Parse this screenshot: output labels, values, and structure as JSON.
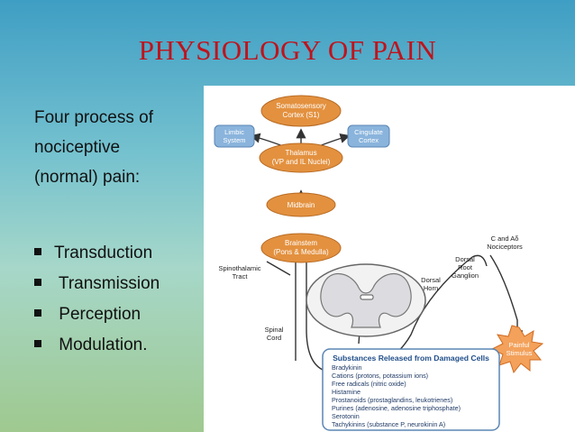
{
  "slide": {
    "title": "PHYSIOLOGY OF PAIN",
    "intro_lines": [
      "Four process of",
      "nociceptive",
      "(normal) pain:"
    ],
    "bullets": [
      "Transduction",
      " Transmission",
      " Perception",
      " Modulation."
    ]
  },
  "diagram": {
    "nodes": {
      "somatosensory": [
        "Somatosensory",
        "Cortex (S1)"
      ],
      "limbic": [
        "Limbic",
        "System"
      ],
      "cingulate": [
        "Cingulate",
        "Cortex"
      ],
      "thalamus": [
        "Thalamus",
        "(VP and IL Nuclei)"
      ],
      "midbrain": [
        "Midbrain"
      ],
      "brainstem": [
        "Brainstem",
        "(Pons & Medulla)"
      ]
    },
    "labels": {
      "spinothalamic": [
        "Spinothalamic",
        "Tract"
      ],
      "spinal_cord": [
        "Spinal",
        "Cord"
      ],
      "dorsal_horn": [
        "Dorsal",
        "Horn"
      ],
      "nociceptors": [
        "C and Aδ",
        "Nociceptors"
      ],
      "ganglion": [
        "Dorsal",
        "Root",
        "Ganglion"
      ],
      "stimulus": [
        "Painful",
        "Stimulus"
      ]
    },
    "substances": {
      "title": "Substances Released from Damaged Cells",
      "items": [
        "Bradykinin",
        "Cations (protons, potassium ions)",
        "Free radicals (nitric oxide)",
        "Histamine",
        "Prostanoids (prostaglandins, leukotrienes)",
        "Purines (adenosine, adenosine triphosphate)",
        "Serotonin",
        "Tachykinins (substance P, neurokinin A)"
      ]
    },
    "colors": {
      "node_orange": "#e3913f",
      "node_blue": "#8ab4dc",
      "title_red": "#c0131c",
      "stimulus_orange": "#f3a15b",
      "cord_fill": "#e8e8ea"
    }
  }
}
